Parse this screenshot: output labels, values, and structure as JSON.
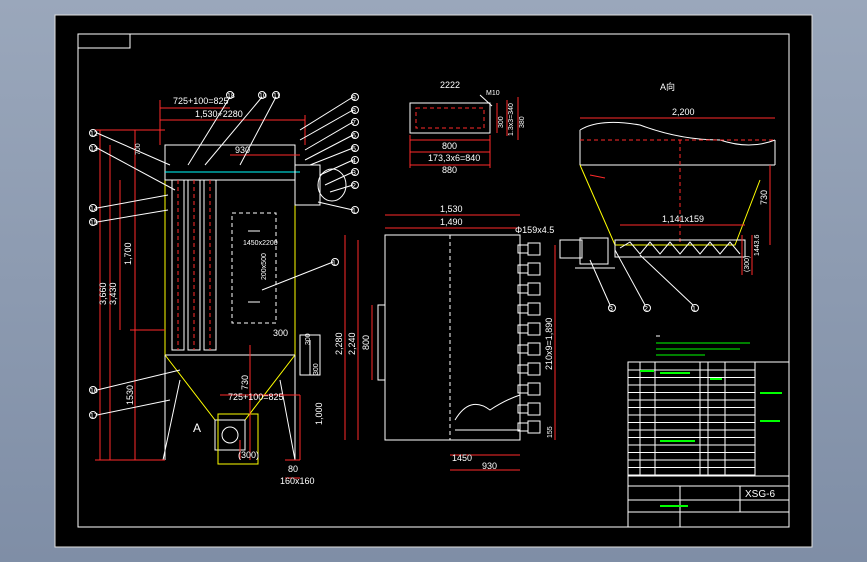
{
  "dims": {
    "top_a": "725+100=825",
    "top_b": "1,530+2280",
    "d930a": "930",
    "d700": "700",
    "h3660": "3,660",
    "h3430": "3,430",
    "h1700": "1,700",
    "h1530": "1530",
    "mid1450": "1450x2200",
    "mid_side": "200x500",
    "d300": "300",
    "d730": "730",
    "bot825": "725+100=825",
    "d300b": "300",
    "d1000": "1,000",
    "d80": "80",
    "d160": "160x160",
    "label_a": "A",
    "d300side": "(300)",
    "small_300": "300",
    "sec_title": "2222",
    "sec_800": "800",
    "sec_840": "173,3x6=840",
    "sec_880": "880",
    "sec_300": "300",
    "sec_340": "1.3x3=340",
    "sec_380": "380",
    "sec_m10": "M10",
    "front_1530": "1,530",
    "front_1490": "1,490",
    "front_2280": "2,280",
    "front_2240": "2,240",
    "front_800": "800",
    "front_pipe": "Φ159x4.5",
    "front_2109": "210x9=1,890",
    "front_155": "155",
    "front_1450": "1450",
    "front_930": "930",
    "a_title": "A向",
    "a_2200": "2,200",
    "a_1141": "1,141x159",
    "a_730": "730",
    "a_300": "(300)",
    "a_1443": "1443.6",
    "title_block_code": "XSG-6"
  },
  "labels": {
    "left_balloons": [
      "12",
      "13",
      "14",
      "15",
      "16",
      "17",
      "18"
    ],
    "right_balloons": [
      "1",
      "2",
      "3",
      "4",
      "5",
      "6",
      "7",
      "8",
      "9",
      "10",
      "11"
    ],
    "a_balloons": [
      "1",
      "2",
      "3"
    ]
  }
}
